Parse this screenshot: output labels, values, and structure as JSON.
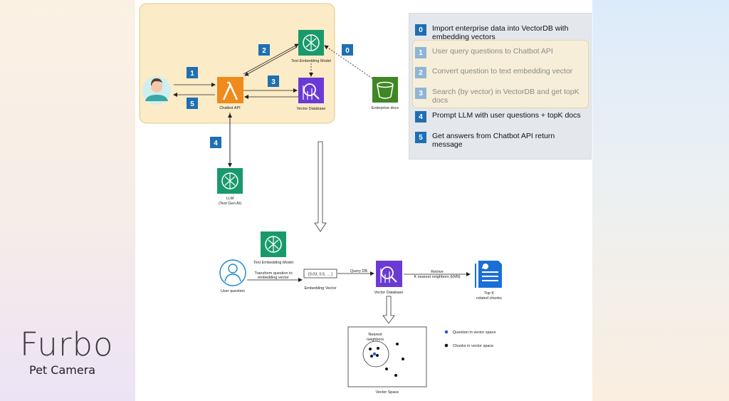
{
  "colors": {
    "badge": "#1f6fb2",
    "badge_faded": "#8fb5d6",
    "ai_green": "#1a9a6c",
    "lambda_orange": "#f08a1a",
    "vector_purple": "#6b3ad6",
    "s3_green": "#3f8624",
    "user_blue": "#1f8acb",
    "doc_blue": "#1a6fd6",
    "question_point": "#1f5fd0"
  },
  "diagram": {
    "top": {
      "text_embedding_model": "Text Embedding Model",
      "chatbot_api": "Chatbot API",
      "vector_database": "Vector Database",
      "enterprise_docs": "Enterprise docs",
      "llm_line1": "LLM",
      "llm_line2": "(Text Gen AI)",
      "badges": {
        "b0": "0",
        "b1": "1",
        "b2": "2",
        "b3": "3",
        "b4": "4",
        "b5": "5"
      }
    },
    "bottom": {
      "text_embedding_model": "Text Embedding Model",
      "user_question": "User question",
      "transform_line1": "Transform question to",
      "transform_line2": "embedding vector",
      "vector_value": "[0.03, 0.5, ... ]",
      "embedding_vector": "Embedding Vector",
      "query_db": "Query DB",
      "vector_database": "Vector Database",
      "retrive": "Retrive",
      "knn": "K nearest  neighbors (kNN)",
      "topk_line1": "Top K",
      "topk_line2": "related chunks",
      "nearest_line1": "Nearest",
      "nearest_line2": "neighbors",
      "vector_space": "Vector Space",
      "legend_question": "Question in vector space",
      "legend_chunks": "Chunks in vector space"
    }
  },
  "legend": {
    "steps": [
      {
        "num": "0",
        "text": "Import enterprise data into VectorDB with embedding vectors",
        "faded": false
      },
      {
        "num": "1",
        "text": "User query questions to Chatbot API",
        "faded": true
      },
      {
        "num": "2",
        "text": "Convert question to text embedding vector",
        "faded": true
      },
      {
        "num": "3",
        "text": "Search (by vector) in VectorDB and get topK docs",
        "faded": true
      },
      {
        "num": "4",
        "text": "Prompt LLM with user questions + topK docs",
        "faded": false
      },
      {
        "num": "5",
        "text": "Get answers from Chatbot API return message",
        "faded": false
      }
    ]
  },
  "brand": {
    "name": "Furbo",
    "subtitle": "Pet Camera"
  }
}
